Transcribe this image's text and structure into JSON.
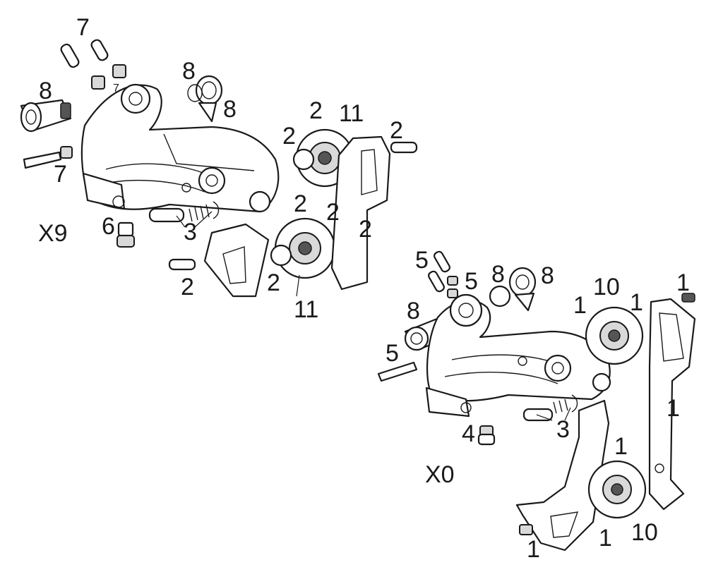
{
  "models": {
    "x9": "X9",
    "x0": "X0"
  },
  "x9_callouts": {
    "screws_top": "7",
    "barrel_small": "7",
    "bushing": "8",
    "bolt": "7",
    "bushing_right": "8",
    "bushing_right2": "8",
    "pulley_top_a": "2",
    "pulley_top_b": "11",
    "pulley_top_c": "2",
    "cage_bolt_top": "2",
    "pulley_bot_a": "2",
    "pulley_bot_b": "2",
    "cage_side": "2",
    "pulley_bot_c": "2",
    "pulley_bot_d": "11",
    "cage_bolt_bot": "2",
    "spring": "3",
    "bolt_b": "6"
  },
  "x0_callouts": {
    "screws_top": "5",
    "screws_mid": "5",
    "bushing_a": "8",
    "bushing_b": "8",
    "bushing_c": "8",
    "bolt": "5",
    "pulley_top_a": "10",
    "pulley_top_b": "1",
    "pulley_top_c": "1",
    "cage_bolt": "1",
    "cage_plate": "1",
    "spring": "3",
    "bolt_b": "4",
    "pulley_bot_a": "1",
    "pulley_bot_b": "1",
    "pulley_bot_c": "10",
    "cage_bolt_bot": "1"
  }
}
